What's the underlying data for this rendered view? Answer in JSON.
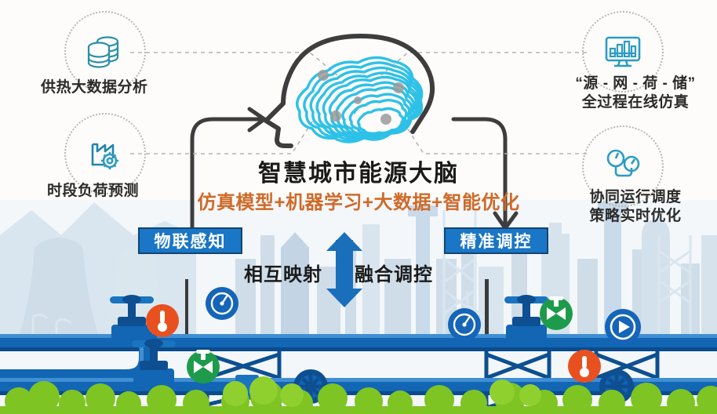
{
  "meta": {
    "title": "智慧城市能源大脑 信息图",
    "type": "infographic"
  },
  "center": {
    "title": "智慧城市能源大脑",
    "subtitle": "仿真模型+机器学习+大数据+智能优化",
    "brain_icon": "brain-icon"
  },
  "nodes": [
    {
      "id": "top-left",
      "icon": "database-stack-icon",
      "label": "供热大数据分析"
    },
    {
      "id": "bottom-left",
      "icon": "factory-gear-icon",
      "label": "时段负荷预测"
    },
    {
      "id": "top-right",
      "icon": "monitor-chart-icon",
      "label": "“源 - 网 - 荷 - 储”\n全过程在线仿真"
    },
    {
      "id": "bottom-right",
      "icon": "dual-gauge-icon",
      "label": "协同运行调度\n策略实时优化"
    }
  ],
  "boxes": {
    "left": "物联感知",
    "right": "精准调控"
  },
  "middle": {
    "left_label": "相互映射",
    "right_label": "融合调控",
    "arrow_icon": "double-arrow-vertical-icon"
  },
  "badges": [
    {
      "id": "thermometer-left",
      "icon": "thermometer-icon",
      "color": "#e8511f"
    },
    {
      "id": "gauge-left",
      "icon": "gauge-icon",
      "color": "#1565b8"
    },
    {
      "id": "valve-left",
      "icon": "valve-icon",
      "color": "#1e9b4a"
    },
    {
      "id": "gauge-right",
      "icon": "gauge-icon",
      "color": "#1565b8"
    },
    {
      "id": "valve-right",
      "icon": "valve-icon",
      "color": "#1e9b4a"
    },
    {
      "id": "play-right",
      "icon": "play-circle-icon",
      "color": "#1565b8"
    },
    {
      "id": "thermometer-right",
      "icon": "thermometer-icon",
      "color": "#e8511f"
    }
  ],
  "colors": {
    "accent_blue": "#1a76c6",
    "box_border": "#14456f",
    "accent_orange": "#cf6a28",
    "pipe_blue": "#1266b4",
    "pipe_dark": "#0d4f91",
    "brain_cyan": "#2ec1e8",
    "outline_dark": "#3b3b3b",
    "grass_green": "#7ec423",
    "skyline": "#cfdde9",
    "background": "#fdfcfa",
    "dotted_gray": "#b9b6b2",
    "icon_teal": "#2a8fa8"
  },
  "pipeline": {
    "valves": 3,
    "supports": 7,
    "wheel_valves": 1
  }
}
